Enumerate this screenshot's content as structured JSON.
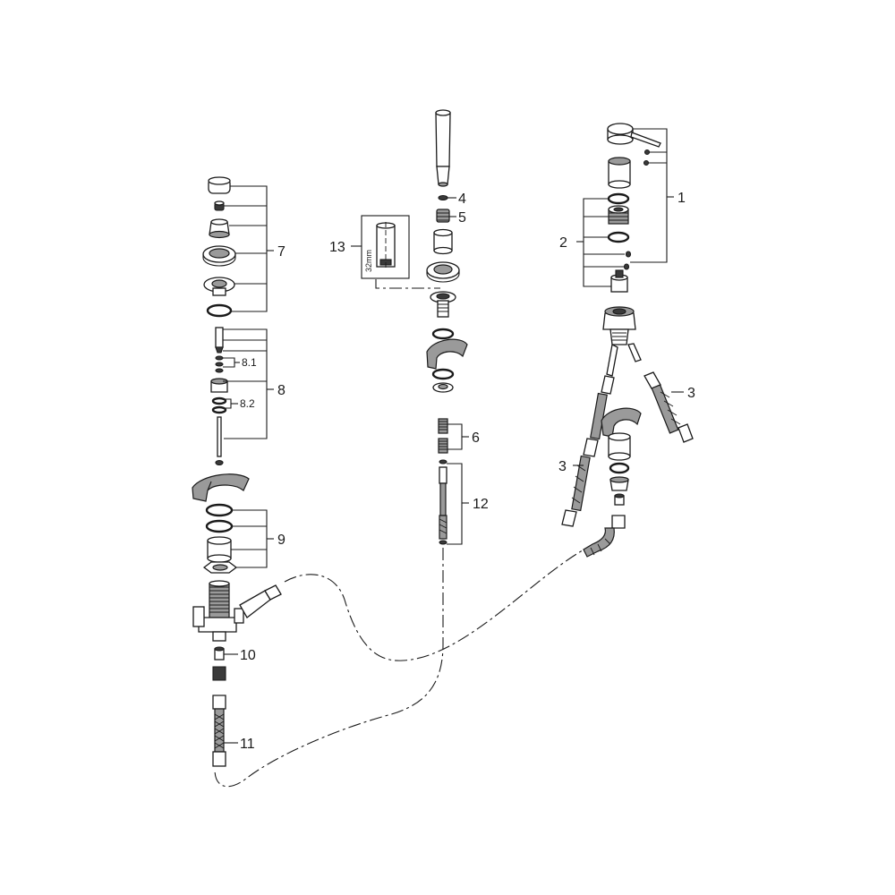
{
  "callouts": {
    "c1": "1",
    "c2": "2",
    "c3a": "3",
    "c3b": "3",
    "c4": "4",
    "c5": "5",
    "c6": "6",
    "c7": "7",
    "c8": "8",
    "c8_1": "8.1",
    "c8_2": "8.2",
    "c9": "9",
    "c10": "10",
    "c11": "11",
    "c12": "12",
    "c13": "13"
  },
  "dimension": {
    "cartridge_width": "32mm"
  },
  "colors": {
    "line": "#1a1a1a",
    "shade": "#9a9a9a",
    "background": "#ffffff"
  }
}
